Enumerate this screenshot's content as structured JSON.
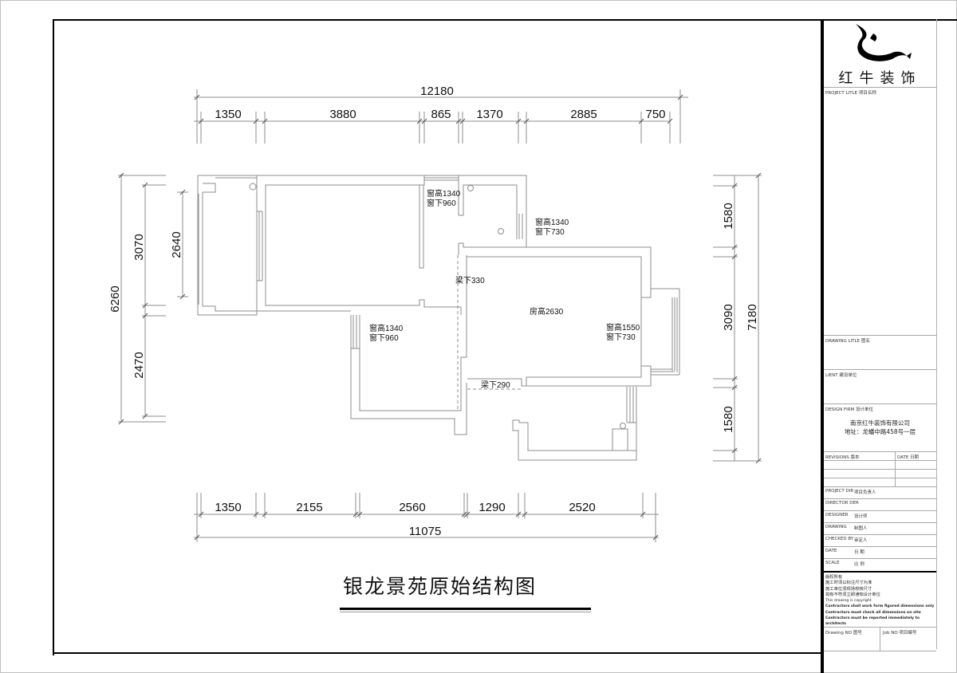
{
  "drawing": {
    "title": "银龙景苑原始结构图",
    "type": "floor-plan",
    "line_color": "#8c8c8c",
    "frame_color": "#000000"
  },
  "dimensions": {
    "top_total": "12180",
    "top_segments": [
      "1350",
      "3880",
      "865",
      "1370",
      "2885",
      "750"
    ],
    "bottom_total": "11075",
    "bottom_segments": [
      "1350",
      "2155",
      "2560",
      "1290",
      "2520"
    ],
    "left_total": "6260",
    "left_outer": [
      "3070",
      "2470"
    ],
    "left_inner": "2640",
    "right_total": "7180",
    "right_segments": [
      "1580",
      "3090",
      "1580"
    ]
  },
  "annotations": {
    "window_1_height": "窗高1340",
    "window_1_sill": "窗下960",
    "window_2_height": "窗高1340",
    "window_2_sill": "窗下730",
    "window_3_height": "窗高1340",
    "window_3_sill": "窗下960",
    "window_4_height": "窗高1550",
    "window_4_sill": "窗下730",
    "beam_1": "梁下330",
    "beam_2": "梁下290",
    "room_height": "房高2630"
  },
  "title_block": {
    "brand": "红牛装饰",
    "project_title_label": "PROJECT LITLE  项目名称",
    "drawing_title_label": "DRAWING LITLE  图名",
    "client_label": "LIENT  建设单位",
    "design_firm_label": "DESIGN FIRM  设计单位",
    "firm_name": "南京红牛装饰有限公司",
    "firm_address": "地址：龙蟠中路458号一层",
    "revisions_label": "REVISIONS  版本",
    "date_col_label": "DATE  日期",
    "rows": [
      {
        "label": "PROJECT DIR",
        "value": "项目负责人"
      },
      {
        "label": "DIRECTOR DER",
        "value": ""
      },
      {
        "label": "DESIGNER",
        "value": "设计师"
      },
      {
        "label": "DRAWING",
        "value": "制图人"
      },
      {
        "label": "CHECKED BY",
        "value": "审定人"
      },
      {
        "label": "DATE",
        "value": "日  期"
      },
      {
        "label": "SCALE",
        "value": "比  例"
      }
    ],
    "copyright_cn": [
      "版权所有",
      "施工时须以标注尺寸为准",
      "施工单位须现场校核尺寸",
      "如有不符须立即通知设计单位"
    ],
    "copyright_en": [
      "This drawing is copyright",
      "Contractors shall work form figured dimensions only",
      "Contractors must check all dimensions on site",
      "Contractors must be reported immediately to architects"
    ],
    "drawing_no_label": "Drawing NO  图号",
    "job_no_label": "Job NO  项目编号"
  }
}
